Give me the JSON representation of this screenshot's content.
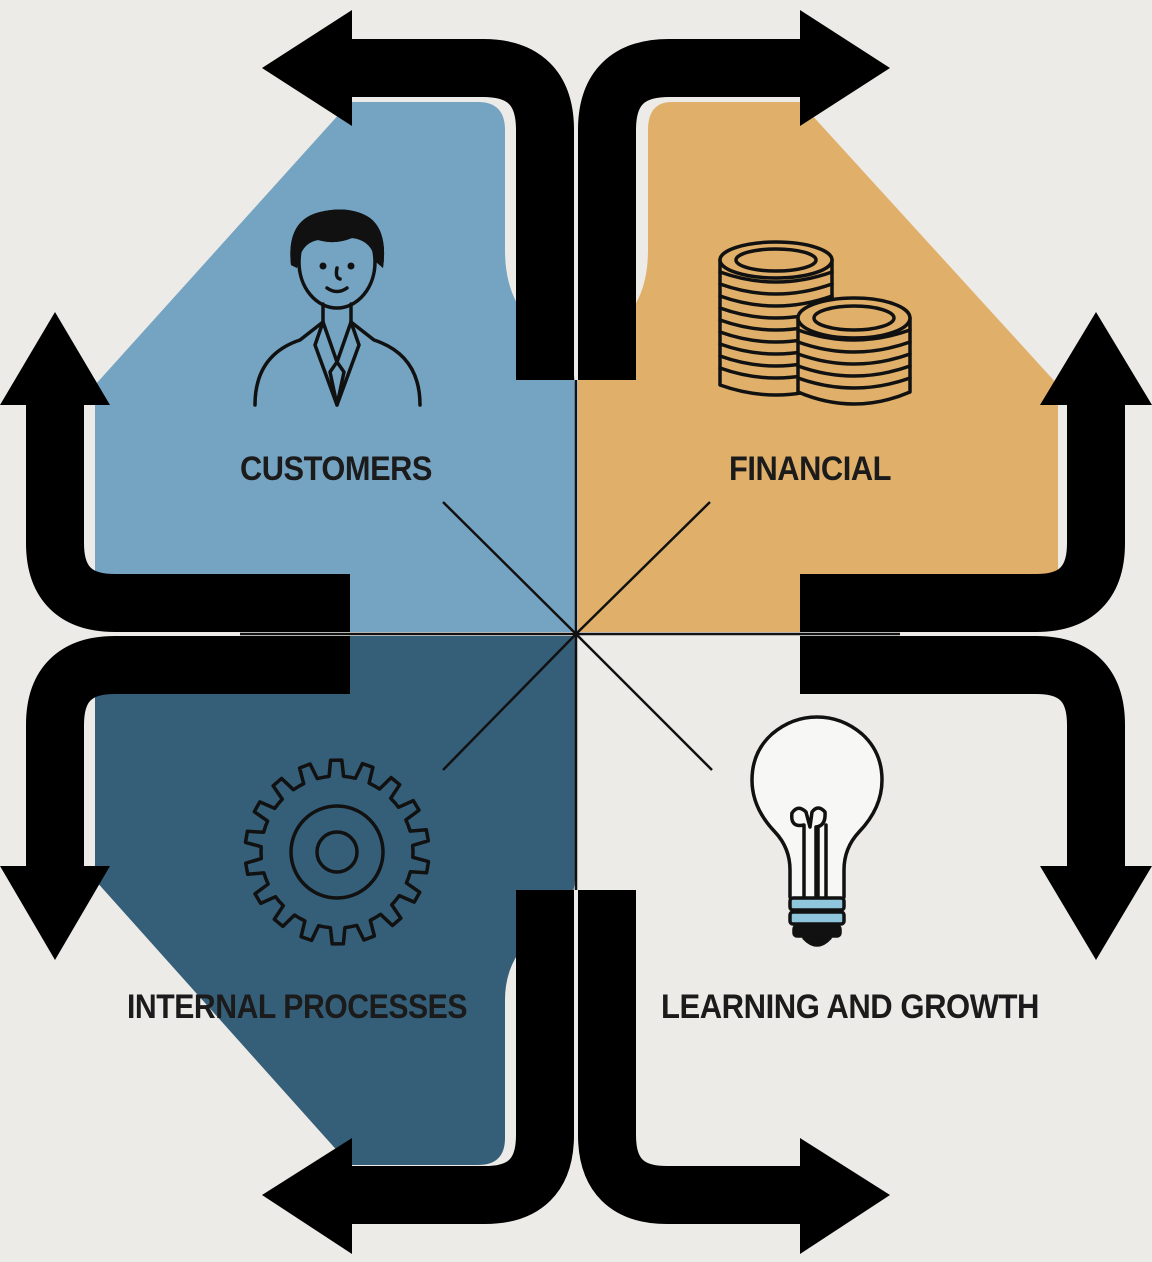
{
  "colors": {
    "background": "#ecebe8",
    "customers": "#75a4c2",
    "financial": "#e0b06a",
    "internal_processes": "#355f78",
    "learning_and_growth": "#ecebe8",
    "arrows": "#000000",
    "text": "#1b1b1b"
  },
  "quadrants": {
    "customers": {
      "label": "CUSTOMERS",
      "icon": "person-icon"
    },
    "financial": {
      "label": "FINANCIAL",
      "icon": "coin-stacks-icon"
    },
    "internal_processes": {
      "label": "INTERNAL PROCESSES",
      "icon": "gear-icon"
    },
    "learning_and_growth": {
      "label": "LEARNING AND GROWTH",
      "icon": "lightbulb-icon"
    }
  }
}
